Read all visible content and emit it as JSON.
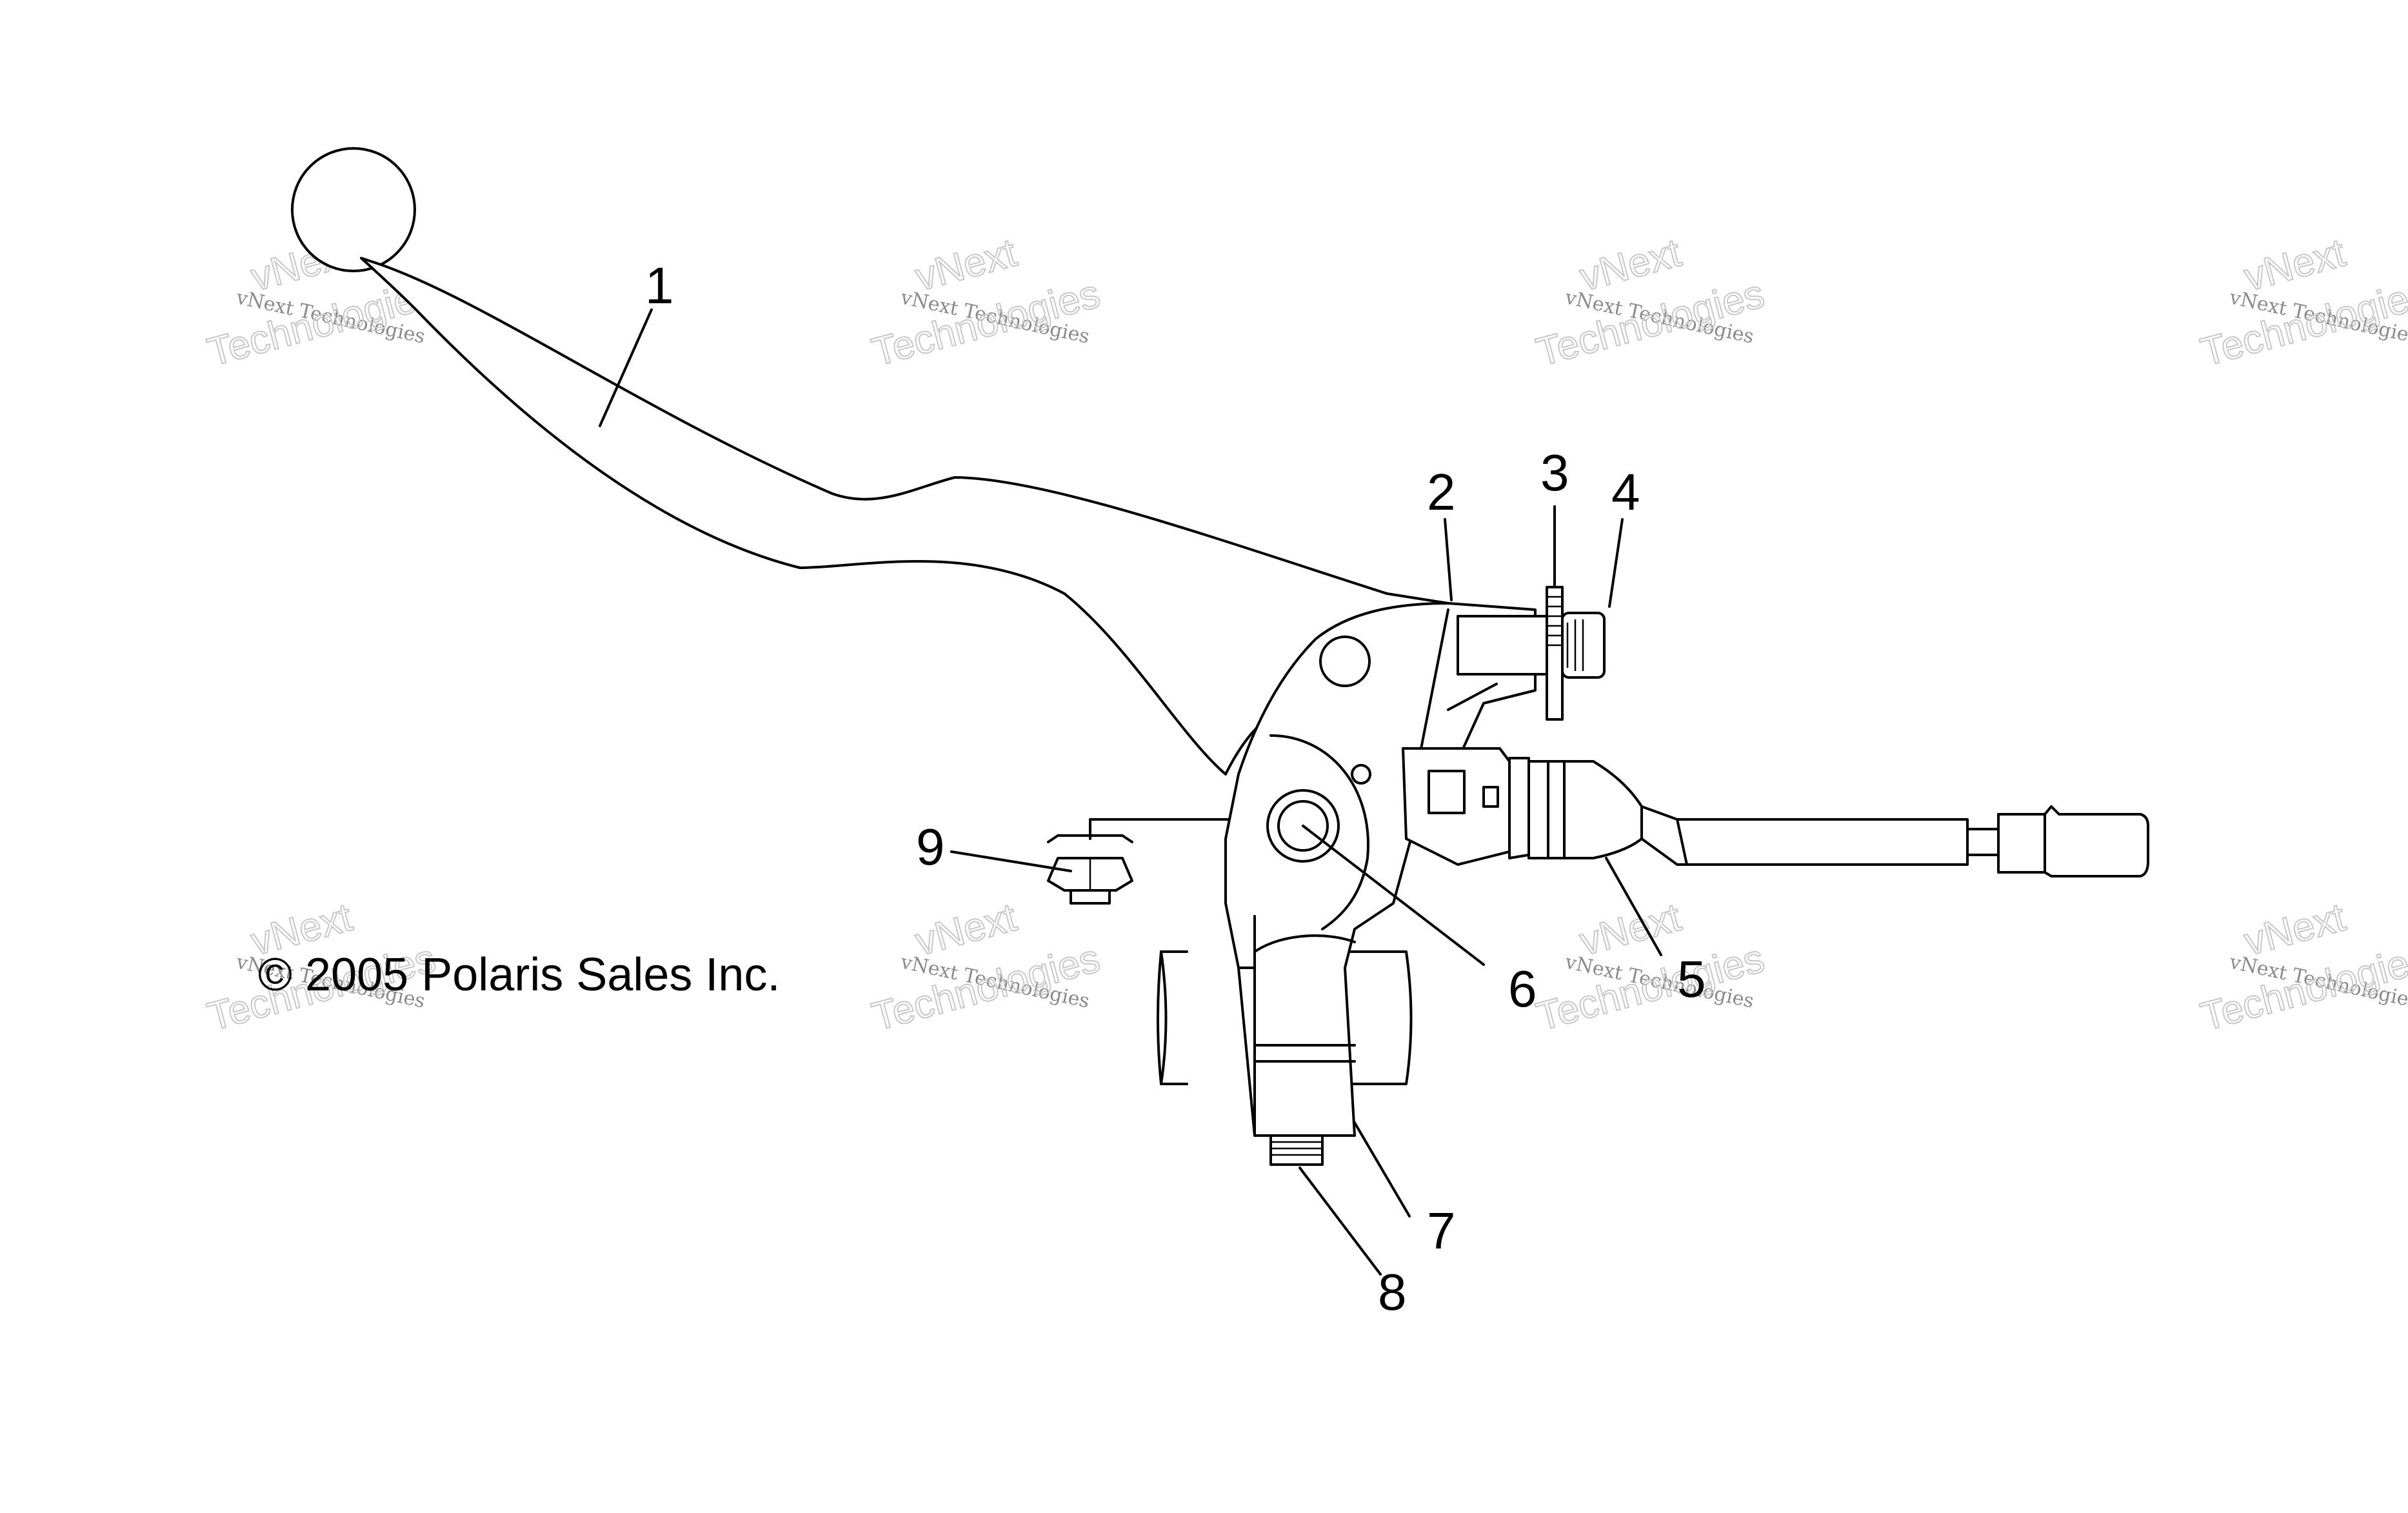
{
  "callouts": [
    "1",
    "2",
    "3",
    "4",
    "5",
    "6",
    "7",
    "8",
    "9"
  ],
  "copyright": "© 2005 Polaris Sales Inc.",
  "watermark": {
    "line1": "vNext Technologies",
    "line2_top": "vNext",
    "line2_bottom": "Technologies"
  }
}
